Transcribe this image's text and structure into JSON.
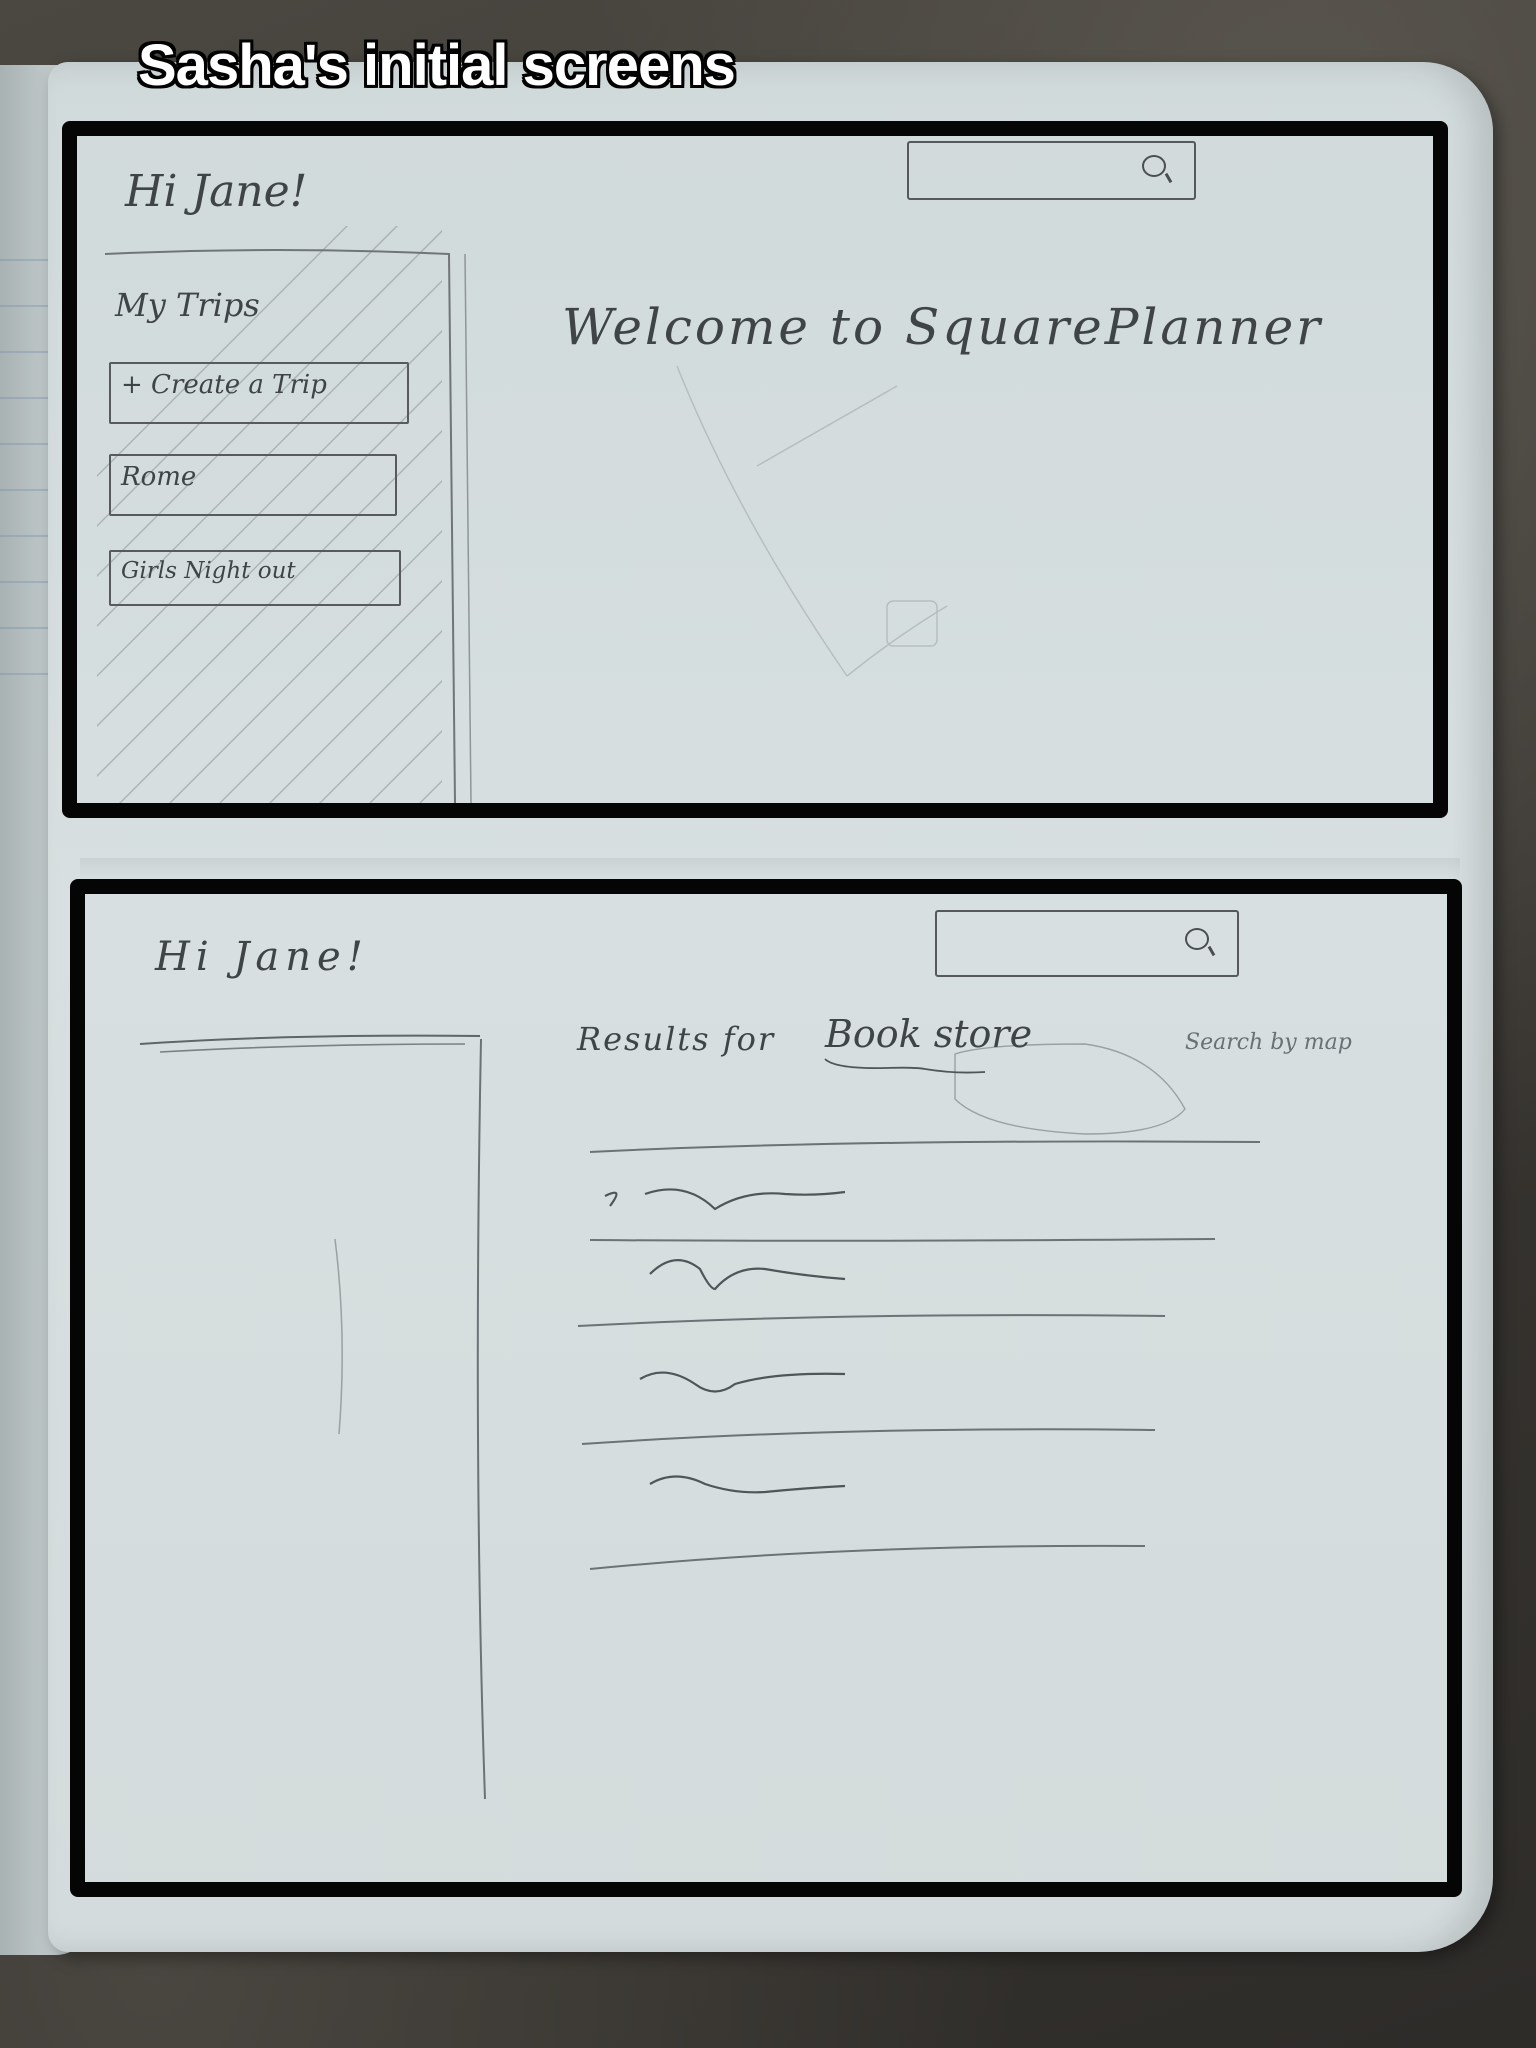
{
  "caption": "Sasha's initial screens",
  "screen1": {
    "greeting": "Hi Jane!",
    "sidebar_heading": "My Trips",
    "trips": [
      "+ Create a Trip",
      "Rome",
      "Girls Night out"
    ],
    "welcome": "Welcome to SquarePlanner",
    "search_icon": "search-icon"
  },
  "screen2": {
    "greeting": "Hi Jane!",
    "results_prefix": "Results for",
    "query": "Book store",
    "map_search": "Search by map",
    "search_icon": "search-icon"
  }
}
